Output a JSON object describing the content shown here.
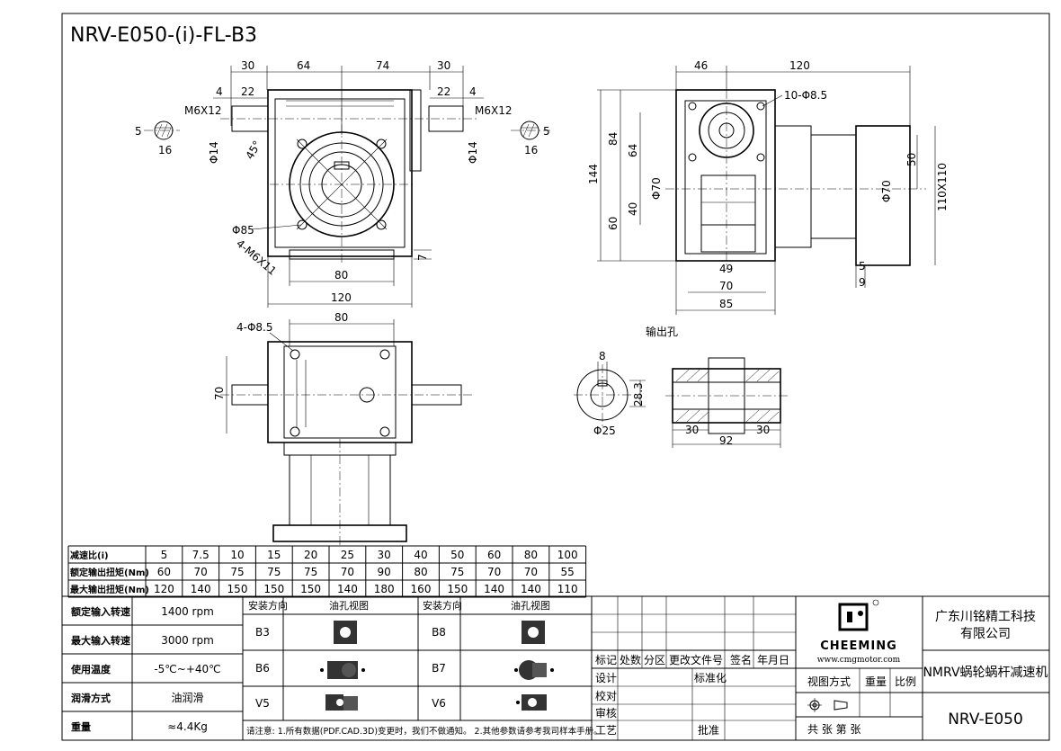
{
  "title": "NRV-E050-(i)-FL-B3",
  "front_view": {
    "dims_top": [
      "30",
      "64",
      "74",
      "30"
    ],
    "dims_small_left": [
      "4",
      "22"
    ],
    "dims_small_right": [
      "22",
      "4"
    ],
    "bolt_left": "M6X12",
    "bolt_right": "M6X12",
    "key_left": [
      "5",
      "16"
    ],
    "key_right": [
      "5",
      "16"
    ],
    "shaft_left": "Φ14",
    "shaft_right": "Φ14",
    "angle": "45°",
    "pcd": "Φ85",
    "holes": "4-M6X11",
    "dim_right": "7",
    "dim_bottom_inner": "80",
    "dim_bottom_outer": "120"
  },
  "side_view": {
    "dims_top": [
      "46",
      "120"
    ],
    "holes": "10-Φ8.5",
    "dims_left": [
      "144",
      "84",
      "64",
      "60",
      "40"
    ],
    "dia_left": "Φ70",
    "dia_right": "Φ70",
    "dim_50": "50",
    "flange": "110X110",
    "dims_bottom": [
      "49",
      "70",
      "85"
    ],
    "dims_br": [
      "5",
      "9"
    ]
  },
  "bottom_view": {
    "holes": "4-Φ8.5",
    "dim_top": "80",
    "dim_left": "70"
  },
  "output_hole": {
    "label": "输出孔",
    "key": "8",
    "dim": "28.3",
    "dia": "Φ25",
    "dims_bottom": [
      "30",
      "92",
      "30"
    ]
  },
  "ratio_table": {
    "rows": [
      {
        "label": "减速比(i)",
        "values": [
          "5",
          "7.5",
          "10",
          "15",
          "20",
          "25",
          "30",
          "40",
          "50",
          "60",
          "80",
          "100"
        ]
      },
      {
        "label": "额定输出扭矩(Nm)",
        "values": [
          "60",
          "70",
          "75",
          "75",
          "75",
          "70",
          "90",
          "80",
          "75",
          "70",
          "70",
          "55"
        ]
      },
      {
        "label": "最大输出扭矩(Nm)",
        "values": [
          "120",
          "140",
          "150",
          "150",
          "150",
          "140",
          "180",
          "160",
          "150",
          "140",
          "140",
          "110"
        ]
      }
    ]
  },
  "spec_table": [
    {
      "label": "额定输入转速",
      "value": "1400 rpm"
    },
    {
      "label": "最大输入转速",
      "value": "3000 rpm"
    },
    {
      "label": "使用温度",
      "value": "-5℃~+40℃"
    },
    {
      "label": "润滑方式",
      "value": "油润滑"
    },
    {
      "label": "重量",
      "value": "≈4.4Kg"
    }
  ],
  "mount_table": {
    "header_dir": "安装方向",
    "header_view": "油孔视图",
    "left": [
      "B3",
      "B6",
      "V5"
    ],
    "right": [
      "B8",
      "B7",
      "V6"
    ]
  },
  "note": "请注意: 1.所有数据(PDF.CAD.3D)变更时，我们不做通知。 2.其他参数请参考我司样本手册。",
  "title_block": {
    "revision_headers": [
      "标记",
      "处数",
      "分区",
      "更改文件号",
      "签名",
      "年月日"
    ],
    "roles": [
      "设计",
      "校对",
      "审核",
      "工艺"
    ],
    "standardize": "标准化",
    "approve": "批准",
    "brand": "CHEEMING",
    "website": "www.cmgmotor.com",
    "company_line1": "广东川铭精工科技",
    "company_line2": "有限公司",
    "product_name": "NMRV蜗轮蜗杆减速机",
    "view_method": "视图方式",
    "weight": "重量",
    "ratio": "比例",
    "sheets": "共  张 第  张",
    "model": "NRV-E050"
  }
}
